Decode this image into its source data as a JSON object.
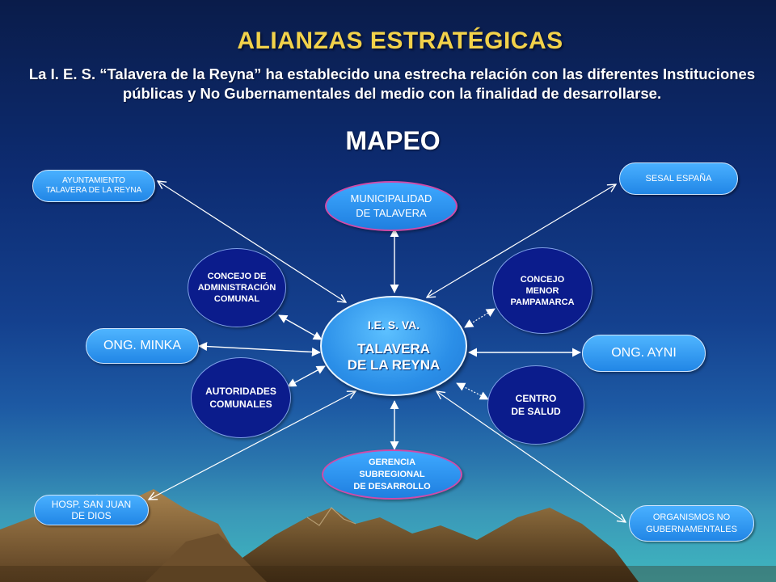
{
  "title": "ALIANZAS ESTRATÉGICAS",
  "subtitle": "La I. E. S. “Talavera de la Reyna” ha establecido una estrecha relación con las diferentes Instituciones públicas y No Gubernamentales del medio con la finalidad de desarrollarse.",
  "section_title": "MAPEO",
  "center": {
    "line1": "I.E. S. VA.",
    "line2": "TALAVERA",
    "line3": "DE LA REYNA"
  },
  "nodes": {
    "ayuntamiento": "AYUNTAMIENTO\nTALAVERA DE LA REYNA",
    "sesal": "SESAL ESPAÑA",
    "municipalidad": "MUNICIPALIDAD\nDE TALAVERA",
    "concejo_admin": "CONCEJO DE\nADMINISTRACIÓN\nCOMUNAL",
    "concejo_menor": "CONCEJO\nMENOR\nPAMPAMARCA",
    "ong_minka": "ONG. MINKA",
    "ong_ayni": "ONG. AYNI",
    "autoridades": "AUTORIDADES\nCOMUNALES",
    "centro_salud": "CENTRO\nDE SALUD",
    "gerencia": "GERENCIA\nSUBREGIONAL\nDE DESARROLLO",
    "hospital": "HOSP. SAN JUAN\nDE DIOS",
    "ong_general": "ORGANISMOS NO\nGUBERNAMENTALES"
  },
  "colors": {
    "title": "#f2d24a",
    "node_fill": "#2b8fe8",
    "node_border_magenta": "#d04aa8",
    "dark_circle": "#0b1c8c",
    "connector": "#ffffff"
  }
}
